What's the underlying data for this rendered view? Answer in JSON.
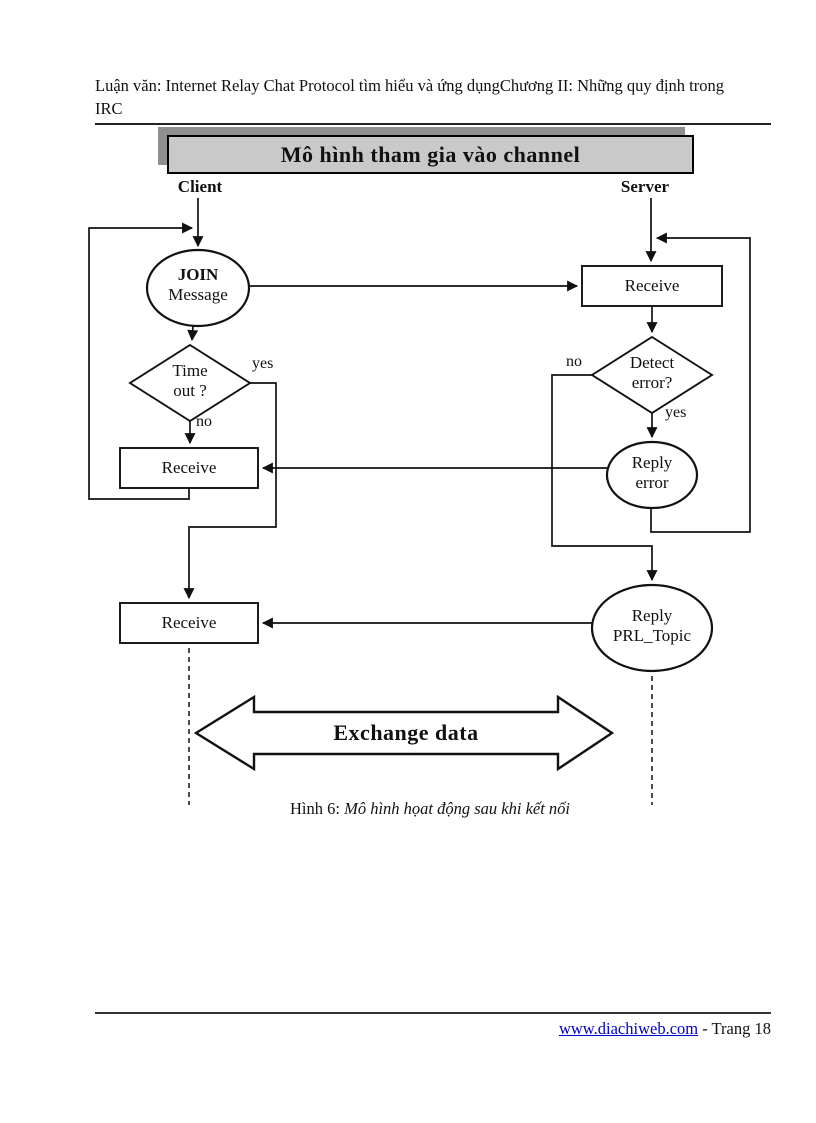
{
  "page": {
    "header_line1": "Luận văn: Internet Relay Chat Protocol tìm hiểu và ứng dụngChương II: Những quy định trong",
    "header_line2": "IRC"
  },
  "diagram": {
    "title": "Mô hình tham gia vào channel",
    "columns": {
      "client": "Client",
      "server": "Server"
    },
    "nodes": {
      "join": {
        "line1": "JOIN",
        "line2": "Message"
      },
      "server_receive": "Receive",
      "timeout": {
        "line1": "Time",
        "line2": "out ?"
      },
      "detect": {
        "line1": "Detect",
        "line2": "error?"
      },
      "reply_error": {
        "line1": "Reply",
        "line2": "error"
      },
      "client_receive1": "Receive",
      "client_receive2": "Receive",
      "reply_prl": {
        "line1": "Reply",
        "line2": "PRL_Topic"
      },
      "exchange": "Exchange data"
    },
    "edge_labels": {
      "timeout_yes": "yes",
      "timeout_no": "no",
      "detect_no": "no",
      "detect_yes": "yes"
    },
    "colors": {
      "banner_fill": "#c9c9c9",
      "banner_shadow": "#8f8f8f",
      "line": "#111111"
    }
  },
  "caption": {
    "prefix": "Hình 6: ",
    "text": "Mô hình họat động sau khi kết nối"
  },
  "footer": {
    "link": "www.diachiweb.com",
    "page_label": " - Trang 18"
  }
}
